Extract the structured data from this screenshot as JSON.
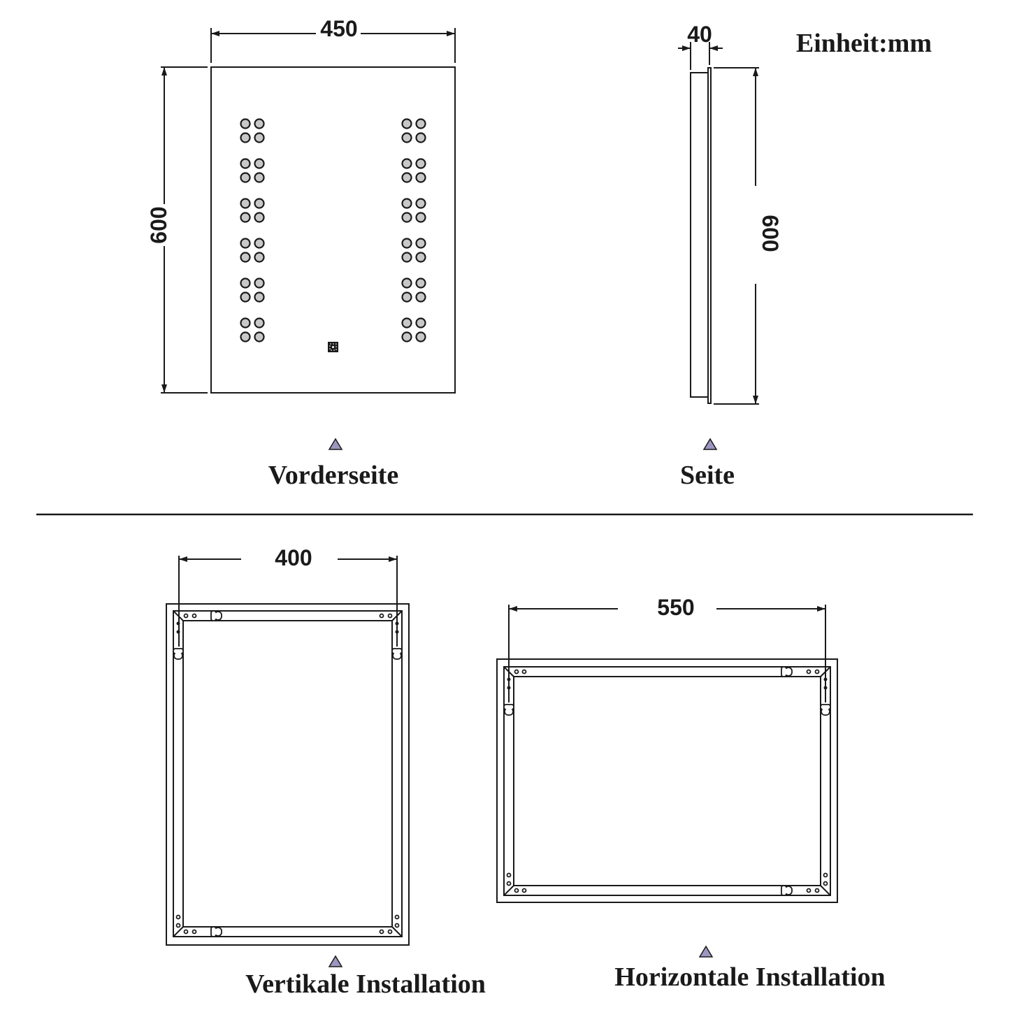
{
  "unit_label": "Einheit:mm",
  "views": {
    "front": {
      "label": "Vorderseite",
      "width_dim": "450",
      "height_dim": "600",
      "led_groups_per_side": 6,
      "leds_per_group": 4,
      "touch_switch": "touch-sensor-icon"
    },
    "side": {
      "label": "Seite",
      "depth_dim": "40",
      "height_dim": "600"
    },
    "vertical_install": {
      "label": "Vertikale Installation",
      "hanger_spacing_dim": "400"
    },
    "horizontal_install": {
      "label": "Horizontale Installation",
      "hanger_spacing_dim": "550"
    }
  },
  "colors": {
    "line": "#1a1a1a",
    "led_fill": "#c8c8c8",
    "marker_triangle": "#9b97c0",
    "background": "#ffffff"
  }
}
